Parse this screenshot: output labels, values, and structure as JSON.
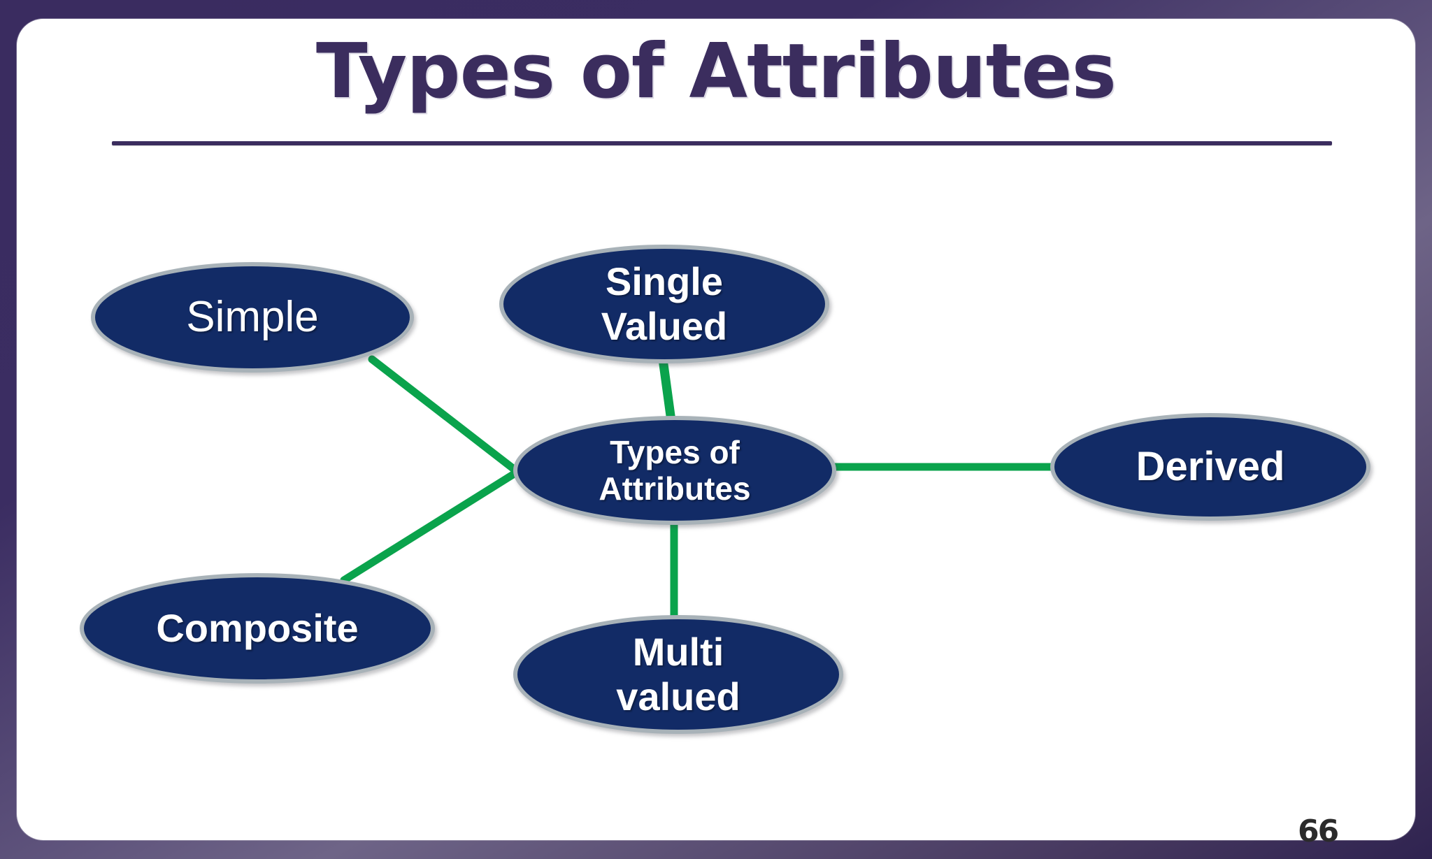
{
  "slide": {
    "title": "Types of Attributes",
    "page_number": "66",
    "theme": {
      "frame_color": "#3b2d62",
      "canvas_color": "#ffffff",
      "title_color": "#3b2d5e",
      "node_fill": "#122b66",
      "node_border": "#a8b2b8",
      "node_text": "#ffffff",
      "connector_color": "#0aa34c"
    }
  },
  "diagram": {
    "type": "mind-map",
    "center": {
      "id": "types-of-attributes",
      "label": "Types of\nAttributes"
    },
    "nodes": [
      {
        "id": "simple",
        "label": "Simple"
      },
      {
        "id": "composite",
        "label": "Composite"
      },
      {
        "id": "single-valued",
        "label": "Single\nValued"
      },
      {
        "id": "multi-valued",
        "label": "Multi\nvalued"
      },
      {
        "id": "derived",
        "label": "Derived"
      }
    ],
    "edges": [
      {
        "from": "simple",
        "to": "types-of-attributes"
      },
      {
        "from": "composite",
        "to": "types-of-attributes"
      },
      {
        "from": "single-valued",
        "to": "types-of-attributes"
      },
      {
        "from": "multi-valued",
        "to": "types-of-attributes"
      },
      {
        "from": "derived",
        "to": "types-of-attributes"
      }
    ]
  }
}
